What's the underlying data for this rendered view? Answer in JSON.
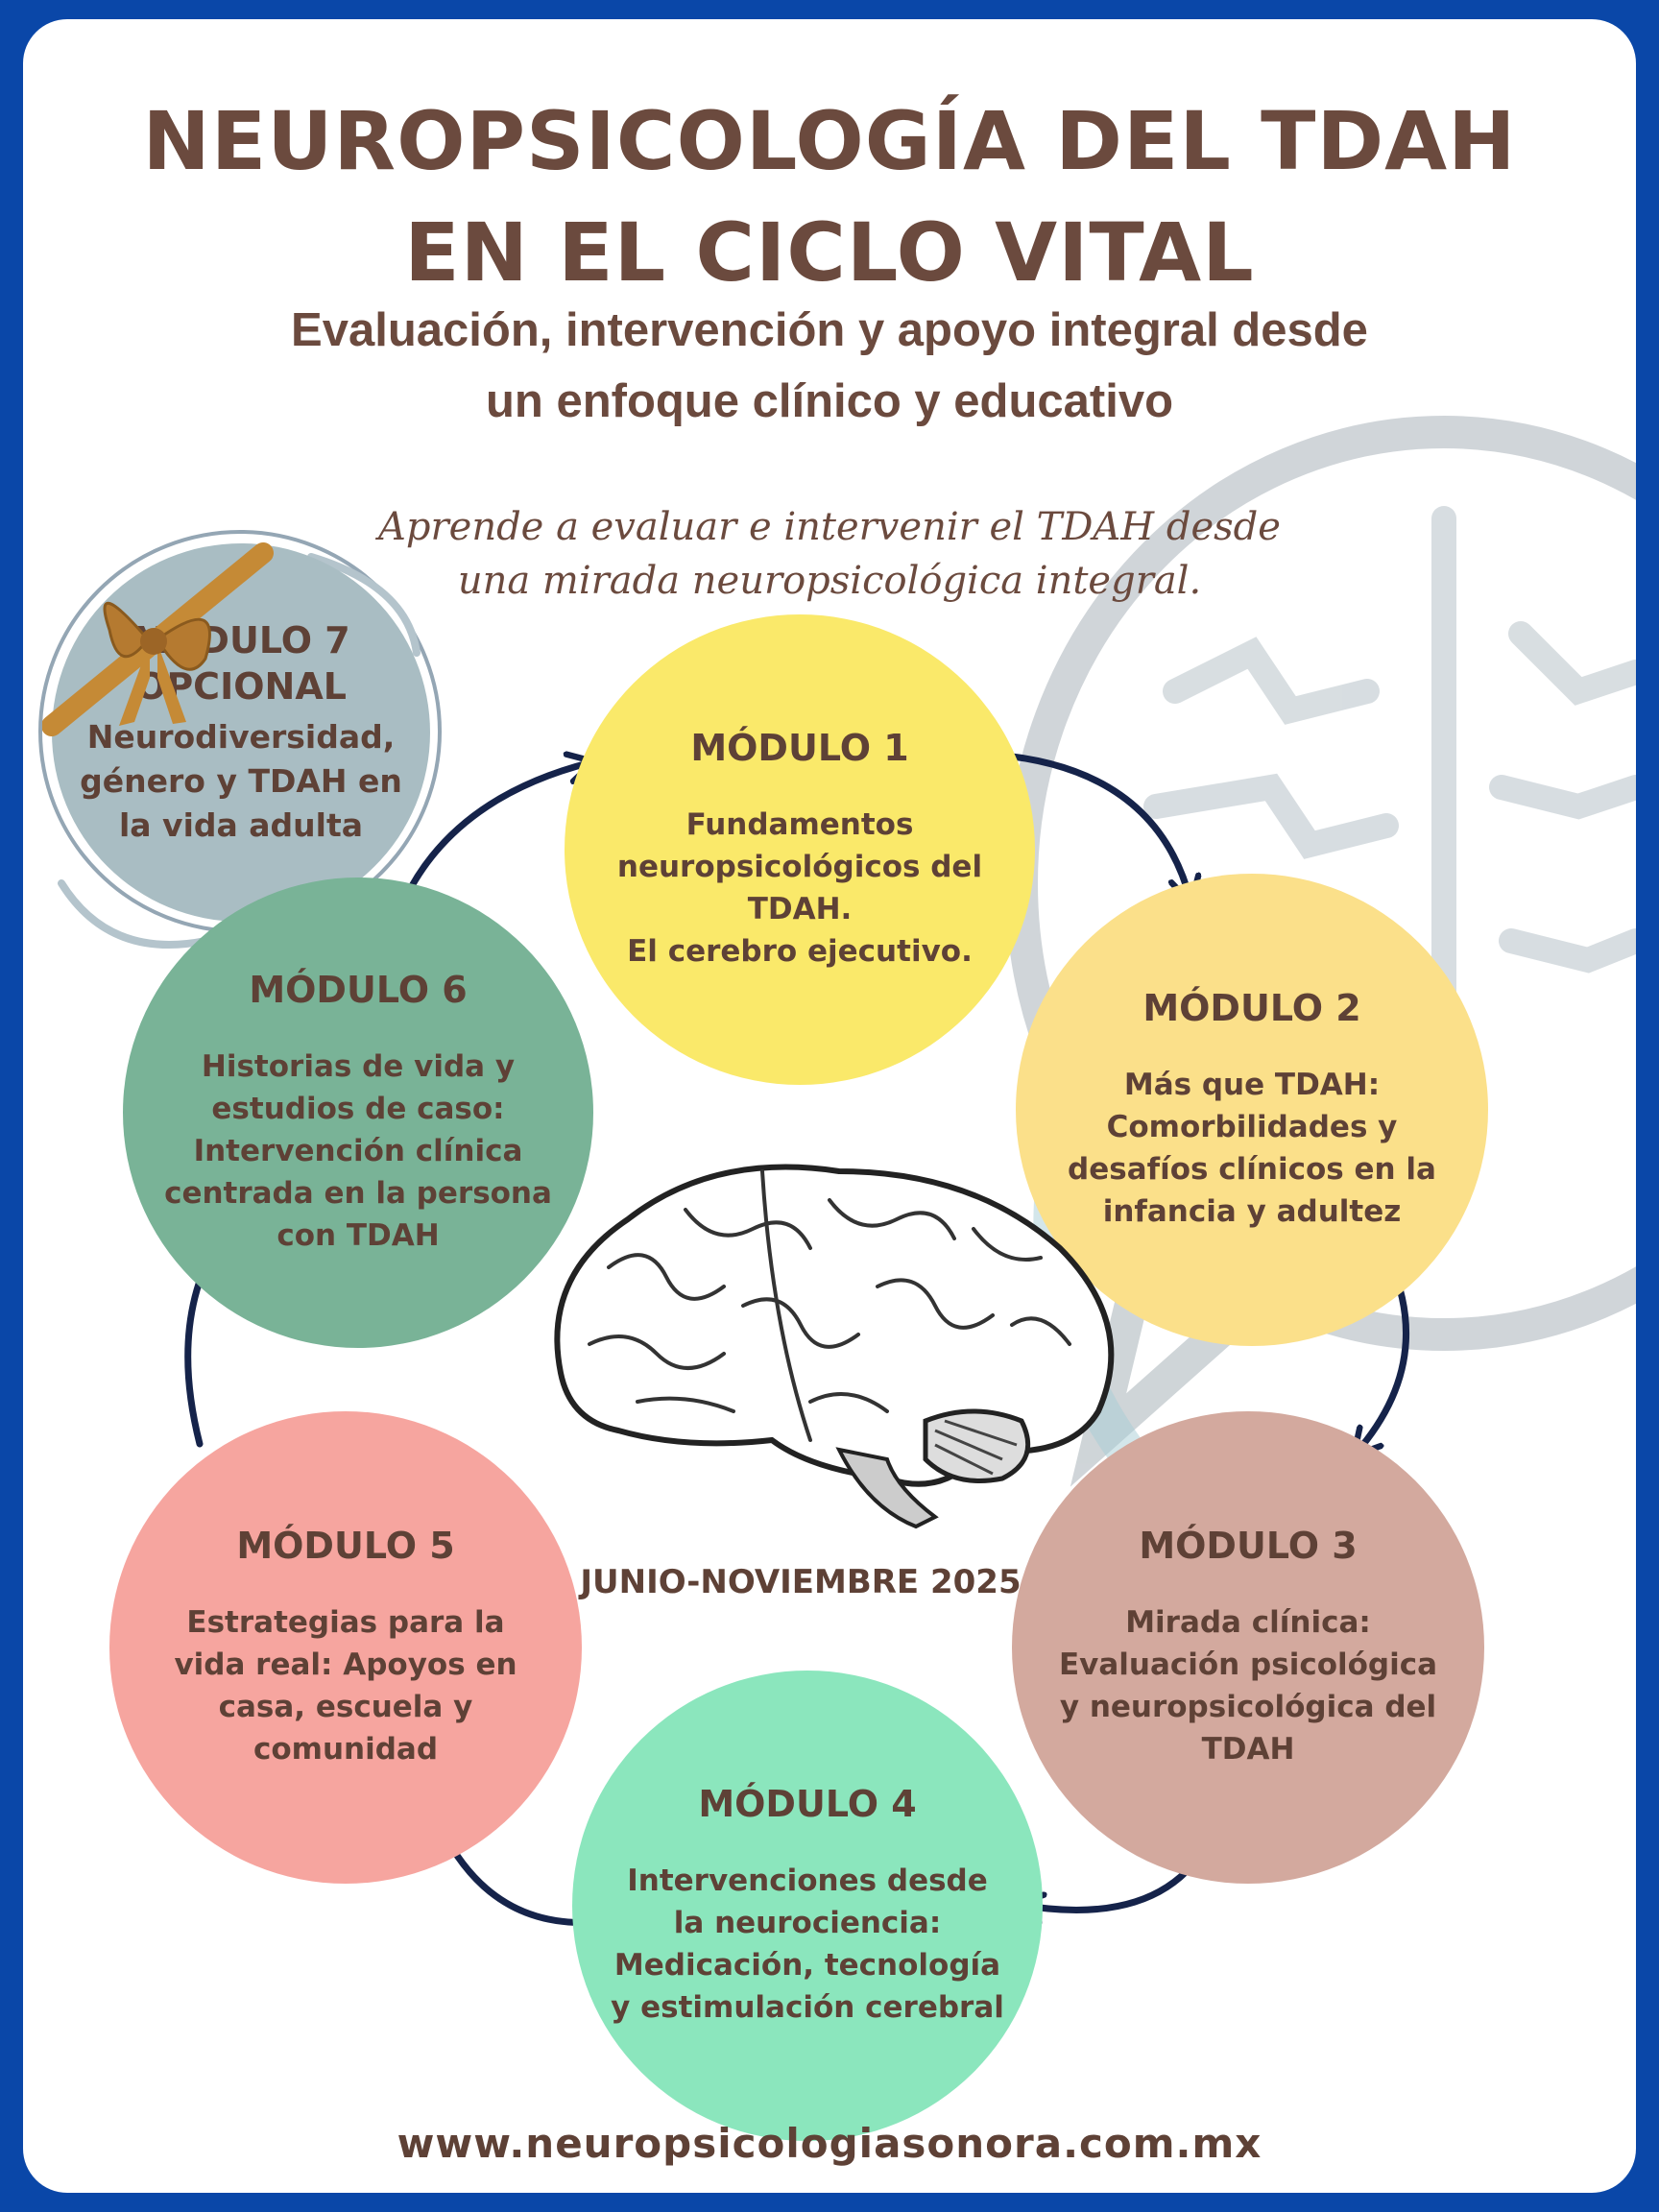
{
  "header": {
    "title_line1": "NEUROPSICOLOGÍA DEL TDAH",
    "title_line2": "EN EL CICLO VITAL",
    "subtitle_line1": "Evaluación, intervención y apoyo integral desde",
    "subtitle_line2": "un enfoque clínico y educativo",
    "tagline_line1": "Aprende a evaluar e intervenir el TDAH desde",
    "tagline_line2": "una mirada neuropsicológica integral."
  },
  "modules": [
    {
      "title": "MÓDULO 1",
      "text": "Fundamentos neuropsicológicos del TDAH.\nEl cerebro ejecutivo.",
      "color": "#fae96a"
    },
    {
      "title": "MÓDULO 2",
      "text": "Más que TDAH: Comorbilidades y desafíos clínicos en la infancia y adultez",
      "color": "#fbe08a"
    },
    {
      "title": "MÓDULO 3",
      "text": "Mirada clínica: Evaluación psicológica y neuropsicológica del TDAH",
      "color": "#d3a99e"
    },
    {
      "title": "MÓDULO  4",
      "text": "Intervenciones desde la neurociencia: Medicación, tecnología y estimulación cerebral",
      "color": "#8be6bd"
    },
    {
      "title": "MÓDULO 5",
      "text": "Estrategias para la vida real: Apoyos en casa, escuela y comunidad",
      "color": "#f6a59f"
    },
    {
      "title": "MÓDULO 6",
      "text": "Historias de vida y estudios de caso: Intervención clínica centrada en la persona con TDAH",
      "color": "#79b397"
    },
    {
      "title": "MÓDULO 7 OPCIONAL",
      "text": "Neurodiversidad, género y TDAH en la vida adulta",
      "color": "#a9bdc3"
    }
  ],
  "dates": "JUNIO-NOVIEMBRE 2025",
  "website": "www.neuropsicologiasonora.com.mx",
  "colors": {
    "frame": "#0a47a8",
    "text": "#6b4a3e",
    "arrow": "#15234a"
  }
}
